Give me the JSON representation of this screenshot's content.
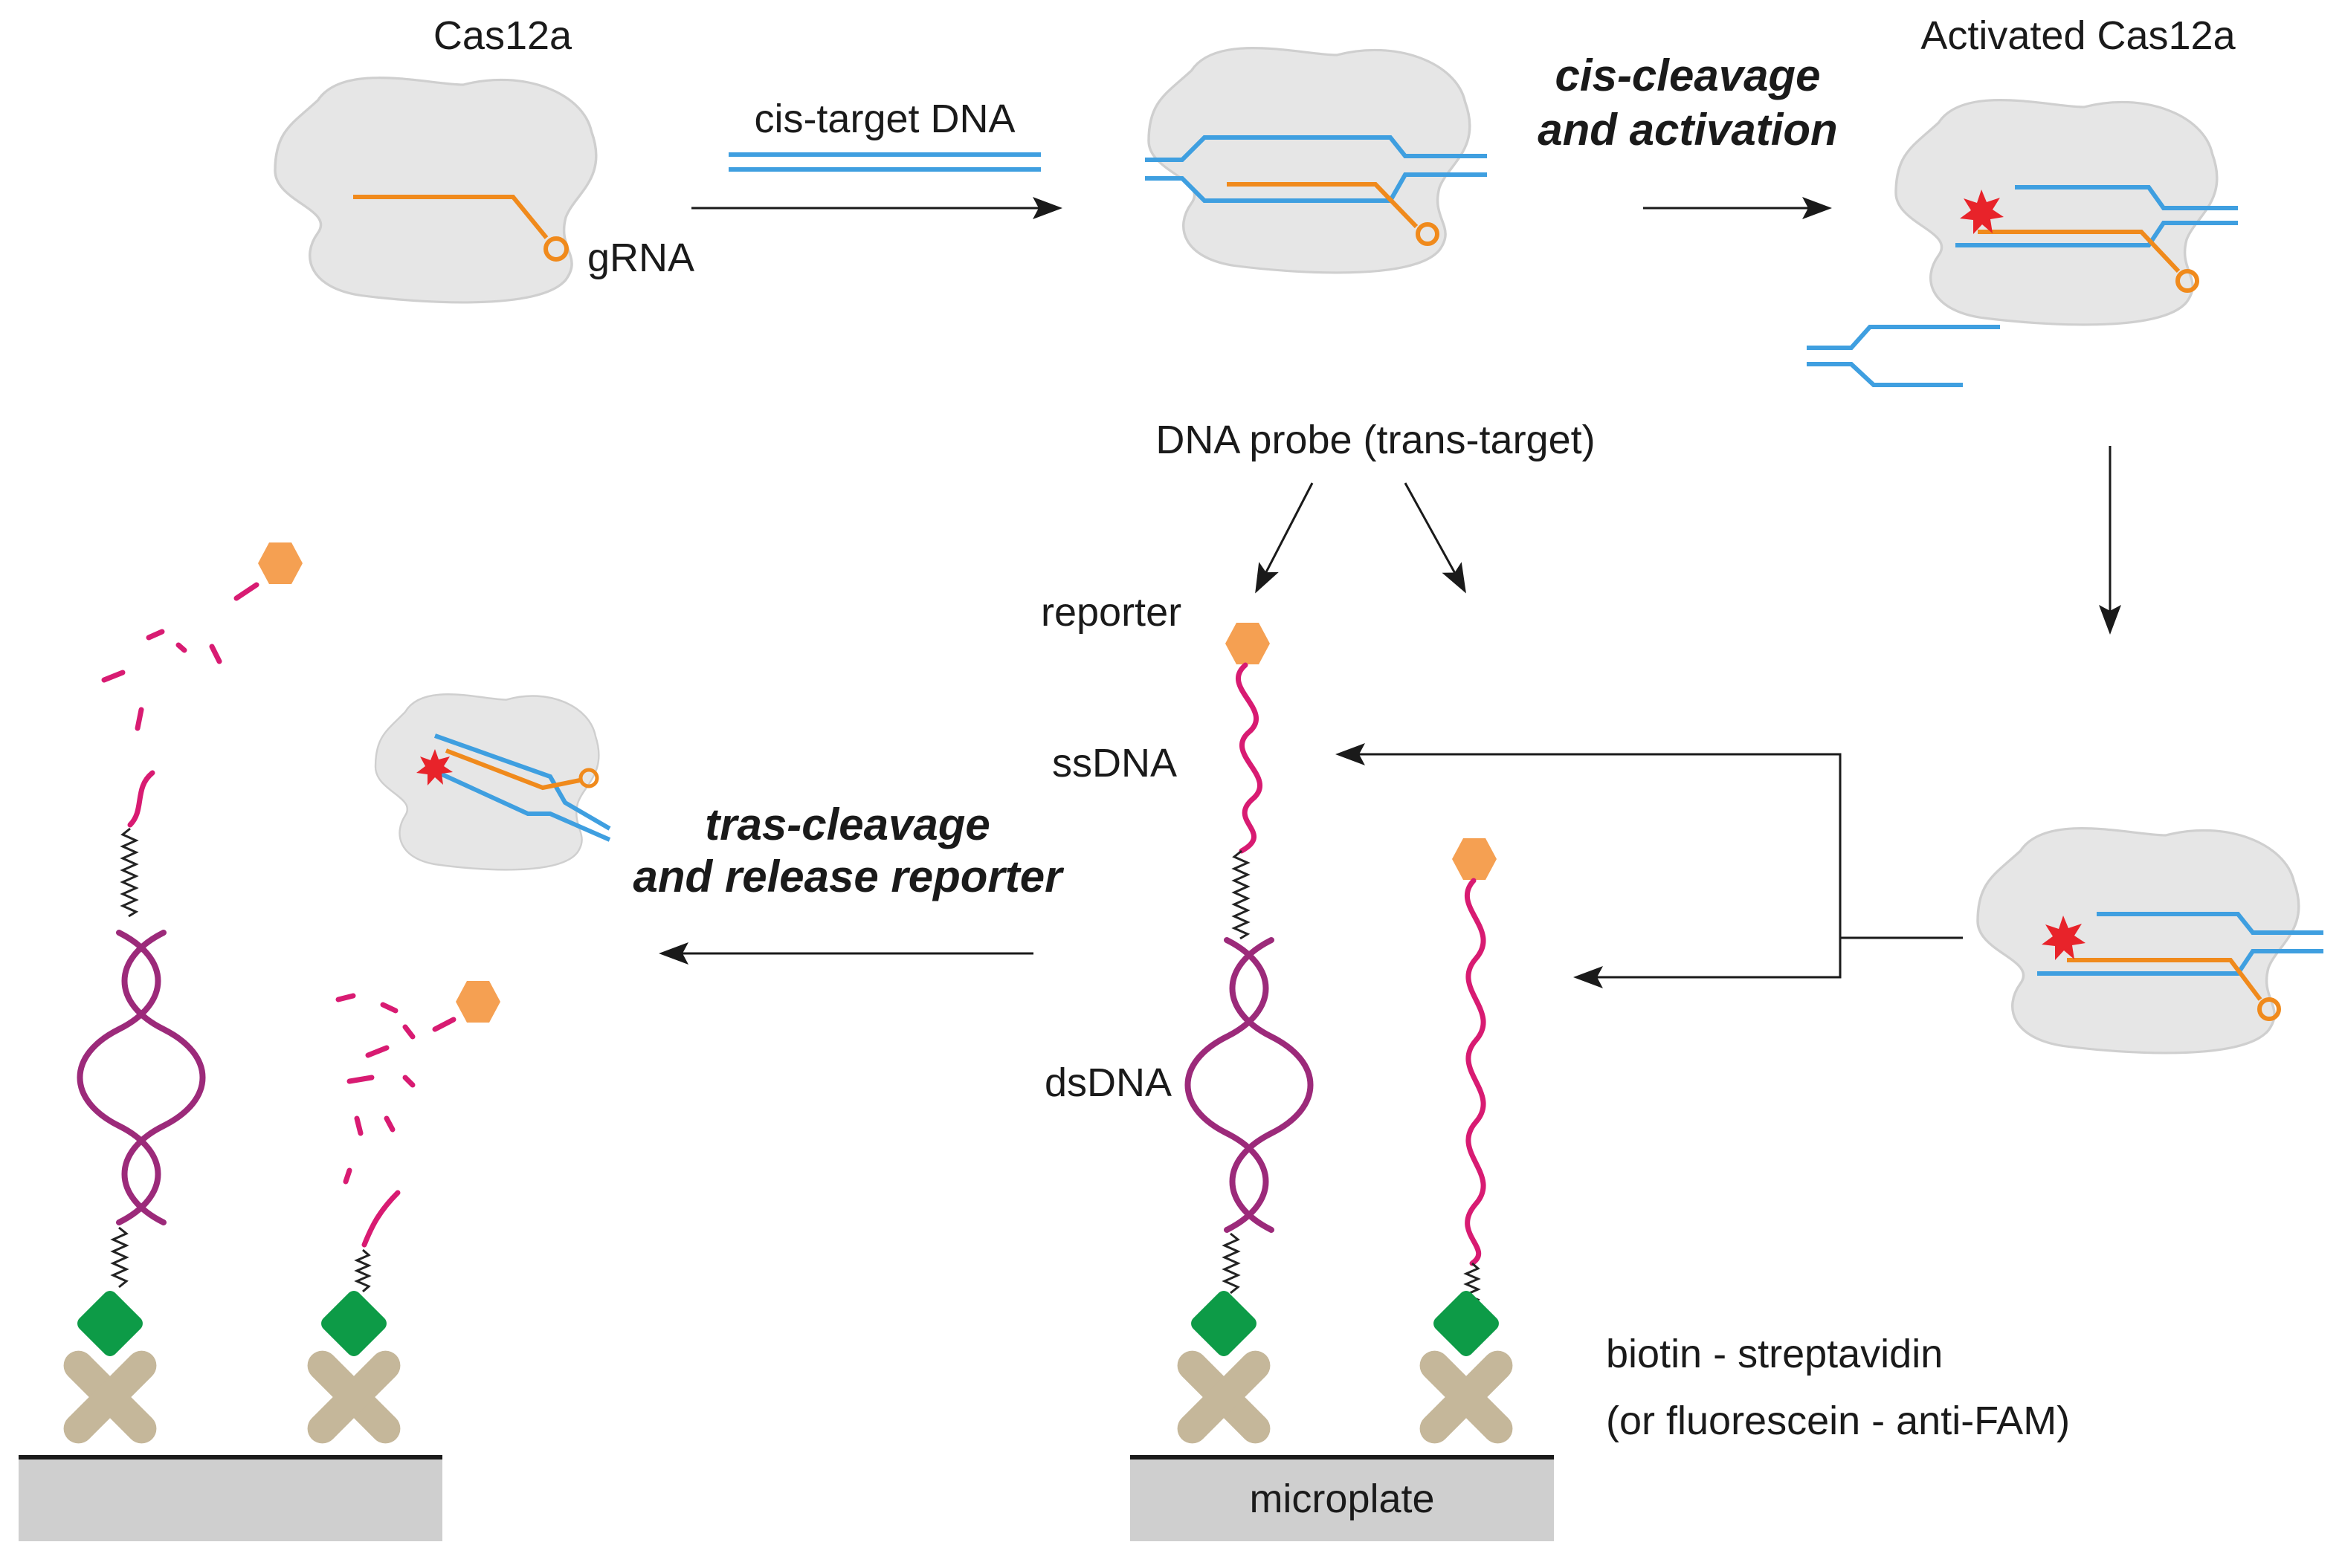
{
  "labels": {
    "cas12a": "Cas12a",
    "grna": "gRNA",
    "cis_target": "cis-target DNA",
    "cis_cleavage_line1": "cis-cleavage",
    "cis_cleavage_line2": "and activation",
    "activated": "Activated Cas12a",
    "probe": "DNA probe (trans-target)",
    "reporter": "reporter",
    "ssdna": "ssDNA",
    "dsdna": "dsDNA",
    "trans_line1": "tras-cleavage",
    "trans_line2": "and release reporter",
    "biotin": "biotin - streptavidin",
    "fluorescein": "(or fluorescein - anti-FAM)",
    "microplate": "microplate"
  },
  "colors": {
    "dna": "#3f9fe0",
    "grna": "#f08a1c",
    "ssdna": "#d81b72",
    "dsdna": "#9c2a7a",
    "reporter": "#f5a052",
    "biotin": "#0d9b47",
    "streptavidin": "#c5b79a",
    "activation_star": "#e8232a",
    "protein": "#e6e6e6"
  }
}
